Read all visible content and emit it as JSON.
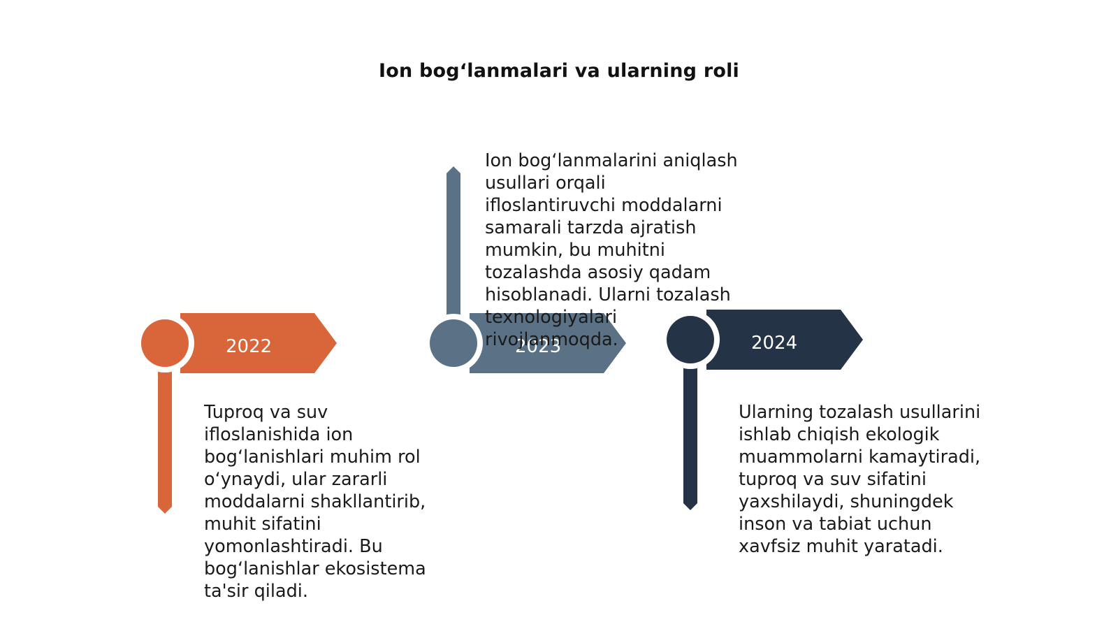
{
  "title": "Ion bogʻlanmalari va ularning roli",
  "colors": {
    "item1": "#d9653b",
    "item2": "#5a7186",
    "item3": "#243345",
    "background": "#ffffff",
    "text": "#1a1a1a"
  },
  "items": [
    {
      "year": "2022",
      "text": "Tuproq va suv ifloslanishida ion bogʻlanishlari muhim rol oʻynaydi, ular zararli moddalarni shakllantirib, muhit sifatini yomonlashtiradi. Bu bogʻlanishlar ekosistema ta'sir qiladi."
    },
    {
      "year": "2023",
      "text": "Ion bogʻlanmalarini aniqlash usullari orqali ifloslantiruvchi moddalarni samarali tarzda ajratish mumkin, bu muhitni tozalashda asosiy qadam hisoblanadi. Ularni tozalash texnologiyalari rivojlanmoqda."
    },
    {
      "year": "2024",
      "text": "Ularning tozalash usullarini ishlab chiqish ekologik muammolarni kamaytiradi, tuproq va suv sifatini yaxshilaydi, shuningdek inson va tabiat uchun xavfsiz muhit yaratadi."
    }
  ]
}
